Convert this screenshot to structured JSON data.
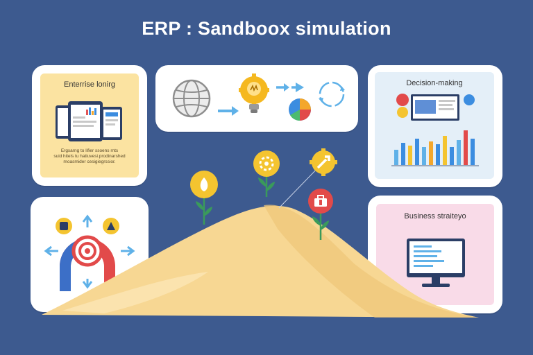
{
  "title": "ERP : Sandboox simulation",
  "cards": {
    "enterprise": {
      "label": "Enterrise lonirg",
      "caption": "Ergsarng to lifier ssoens rnts\nsuid hitels tu hatiuvesi.prodinarshed\nmoasmider cesigiegrssior.",
      "icon": "tablet-devices-icon"
    },
    "process": {
      "icons": [
        "globe-icon",
        "arrow-right-icon",
        "lightbulb-gear-icon",
        "double-arrow-icon",
        "pie-chart-icon",
        "cycle-icon"
      ]
    },
    "decision": {
      "label": "Decision-making",
      "icon": "bar-chart-icon"
    },
    "integration": {
      "icons": [
        "target-icon",
        "magnet-icon",
        "arrows-icon"
      ]
    },
    "strategy": {
      "label": "Business straiteyo",
      "icon": "monitor-icon"
    }
  },
  "flowers": {
    "icons": [
      "leaf-icon",
      "gear-icon",
      "wrench-icon",
      "briefcase-icon"
    ]
  },
  "colors": {
    "background": "#3d5a8f",
    "sand": "#f7d793",
    "card_yellow": "#fbe3a1",
    "card_blue": "#e4eff8",
    "card_pink": "#f9dbe8",
    "flower_yellow": "#f4c430",
    "flower_red": "#e24a4a"
  }
}
